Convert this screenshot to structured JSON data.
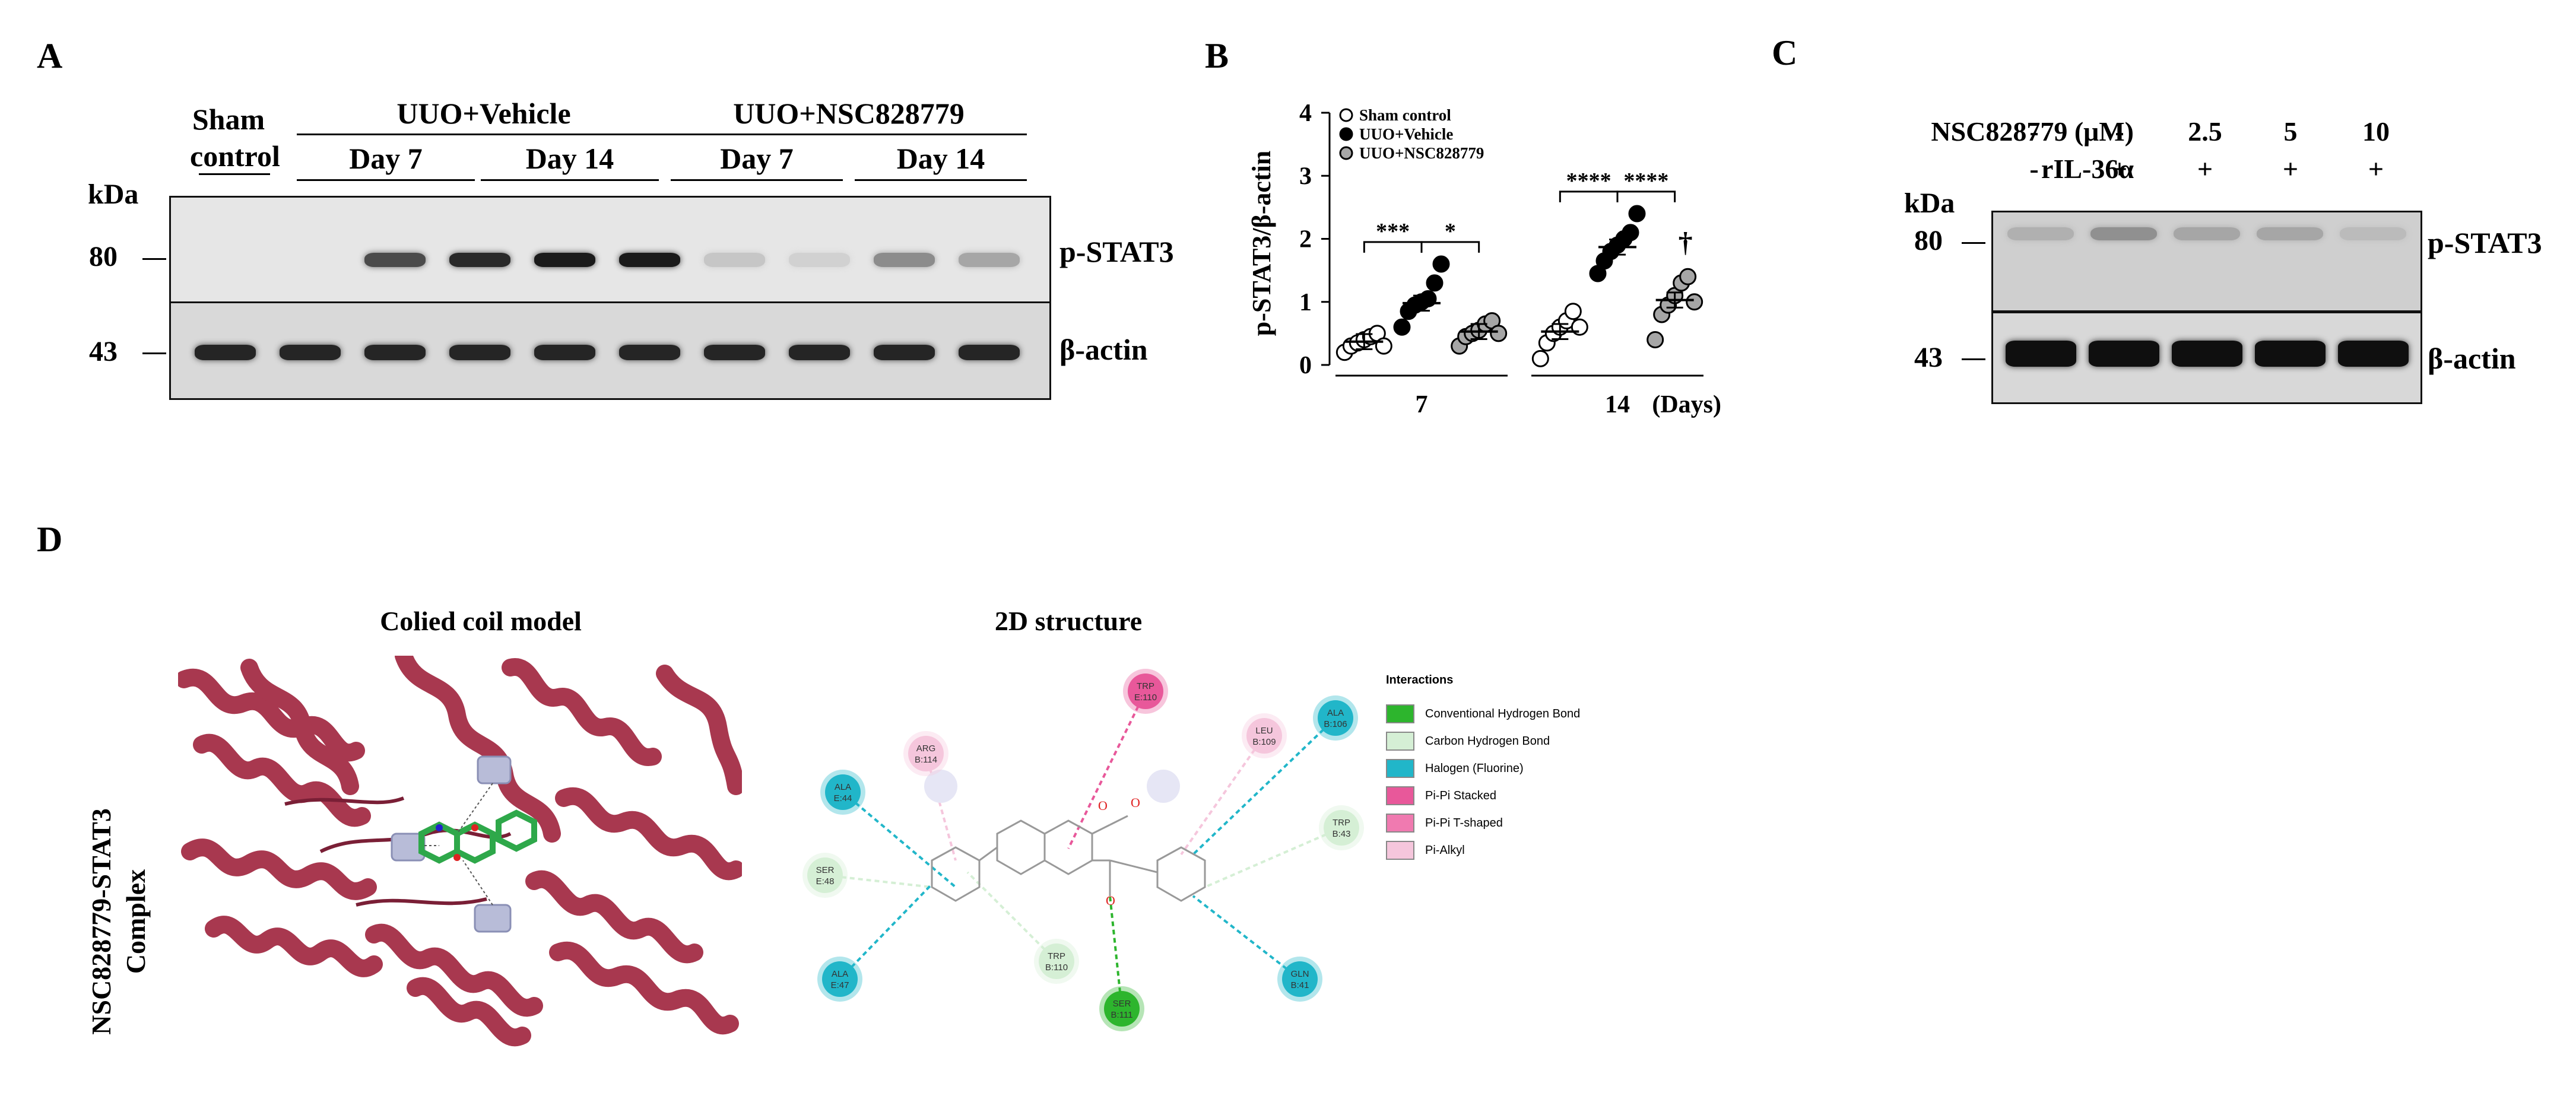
{
  "panels": {
    "a": "A",
    "b": "B",
    "c": "C",
    "d": "D"
  },
  "panel_a": {
    "sham_label_1": "Sham",
    "sham_label_2": "control",
    "group_vehicle": "UUO+Vehicle",
    "group_nsc": "UUO+NSC828779",
    "day7": "Day 7",
    "day14": "Day 14",
    "kda": "kDa",
    "mw_pstat3": "80",
    "mw_actin": "43",
    "label_pstat3": "p-STAT3",
    "label_actin": "β-actin",
    "pstat3_band_intensity": [
      0.0,
      0.0,
      0.72,
      0.88,
      0.95,
      0.95,
      0.15,
      0.1,
      0.42,
      0.3
    ],
    "actin_band_intensity": [
      0.9,
      0.9,
      0.9,
      0.9,
      0.9,
      0.9,
      0.9,
      0.9,
      0.9,
      0.9
    ]
  },
  "chart_data": {
    "type": "scatter",
    "ylabel": "p-STAT3/β-actin",
    "ylim": [
      0,
      4
    ],
    "yticks": [
      "0",
      "1",
      "2",
      "3",
      "4"
    ],
    "xgroups": [
      "7",
      "14"
    ],
    "x_unit": "(Days)",
    "legend_position": "top",
    "series": [
      {
        "name": "Sham control",
        "fill": "#ffffff",
        "groups": [
          [
            0.2,
            0.3,
            0.35,
            0.4,
            0.45,
            0.5,
            0.3
          ],
          [
            0.1,
            0.35,
            0.5,
            0.6,
            0.7,
            0.85,
            0.6
          ]
        ],
        "means": [
          0.37,
          0.53
        ]
      },
      {
        "name": "UUO+Vehicle",
        "fill": "#000000",
        "groups": [
          [
            0.6,
            0.85,
            0.95,
            1.0,
            1.05,
            1.3,
            1.6
          ],
          [
            1.45,
            1.65,
            1.8,
            1.9,
            2.0,
            2.1,
            2.4
          ]
        ],
        "means": [
          0.98,
          1.87
        ]
      },
      {
        "name": "UUO+NSC828779",
        "fill": "#a6a6a6",
        "groups": [
          [
            0.3,
            0.45,
            0.5,
            0.55,
            0.65,
            0.7,
            0.5
          ],
          [
            0.4,
            0.8,
            0.95,
            1.1,
            1.3,
            1.4,
            1.0
          ]
        ],
        "means": [
          0.53,
          1.03
        ]
      }
    ],
    "significance": [
      {
        "group": "7",
        "between": [
          "Sham control",
          "UUO+Vehicle"
        ],
        "label": "***"
      },
      {
        "group": "7",
        "between": [
          "UUO+Vehicle",
          "UUO+NSC828779"
        ],
        "label": "*"
      },
      {
        "group": "14",
        "between": [
          "Sham control",
          "UUO+Vehicle"
        ],
        "label": "****"
      },
      {
        "group": "14",
        "between": [
          "UUO+Vehicle",
          "UUO+NSC828779"
        ],
        "label": "****"
      }
    ],
    "dagger": {
      "group": "14",
      "series": "UUO+NSC828779",
      "label": "†"
    }
  },
  "panel_c": {
    "nsc_label": "NSC828779 (μM)",
    "ril_label": "rIL-36α",
    "nsc_values": [
      "-",
      "-",
      "2.5",
      "5",
      "10"
    ],
    "ril_values": [
      "-",
      "+",
      "+",
      "+",
      "+"
    ],
    "kda": "kDa",
    "mw_pstat3": "80",
    "mw_actin": "43",
    "label_pstat3": "p-STAT3",
    "label_actin": "β-actin",
    "pstat3_band_intensity": [
      0.25,
      0.4,
      0.3,
      0.3,
      0.2
    ],
    "actin_band_intensity": [
      1,
      1,
      1,
      1,
      1
    ]
  },
  "panel_d": {
    "title_3d": "Colied coil model",
    "title_2d": "2D structure",
    "side_label_1": "NSC828779-STAT3",
    "side_label_2": "Complex",
    "legend_title": "Interactions",
    "legend": [
      {
        "label": "Conventional Hydrogen Bond",
        "color": "#2db52d"
      },
      {
        "label": "Carbon Hydrogen Bond",
        "color": "#d5efd5"
      },
      {
        "label": "Halogen (Fluorine)",
        "color": "#21b6c9"
      },
      {
        "label": "Pi-Pi Stacked",
        "color": "#e8589a"
      },
      {
        "label": "Pi-Pi T-shaped",
        "color": "#f07ab0"
      },
      {
        "label": "Pi-Alkyl",
        "color": "#f5c6dc"
      }
    ],
    "residues": [
      {
        "id": "trp110a",
        "l1": "TRP",
        "l2": "E:110",
        "color": "#e8589a"
      },
      {
        "id": "arg114",
        "l1": "ARG",
        "l2": "B:114",
        "color": "#f5c6dc"
      },
      {
        "id": "leu109",
        "l1": "LEU",
        "l2": "B:109",
        "color": "#f5c6dc"
      },
      {
        "id": "ala106",
        "l1": "ALA",
        "l2": "B:106",
        "color": "#21b6c9"
      },
      {
        "id": "ala44",
        "l1": "ALA",
        "l2": "E:44",
        "color": "#21b6c9"
      },
      {
        "id": "trp43",
        "l1": "TRP",
        "l2": "B:43",
        "color": "#d5efd5"
      },
      {
        "id": "ser48",
        "l1": "SER",
        "l2": "E:48",
        "color": "#d5efd5"
      },
      {
        "id": "trp110b",
        "l1": "TRP",
        "l2": "B:110",
        "color": "#d5efd5"
      },
      {
        "id": "ala47",
        "l1": "ALA",
        "l2": "E:47",
        "color": "#21b6c9"
      },
      {
        "id": "ser111",
        "l1": "SER",
        "l2": "B:111",
        "color": "#2db52d"
      },
      {
        "id": "gln41",
        "l1": "GLN",
        "l2": "B:41",
        "color": "#21b6c9"
      }
    ]
  }
}
